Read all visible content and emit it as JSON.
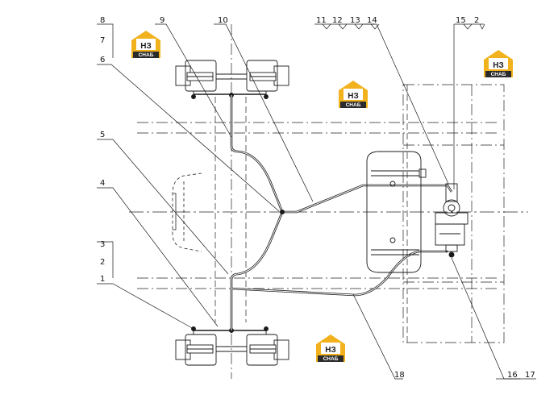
{
  "diagram": {
    "callouts": [
      "1",
      "2",
      "3",
      "4",
      "5",
      "6",
      "7",
      "8",
      "9",
      "10",
      "11",
      "12",
      "13",
      "14",
      "15",
      "2",
      "16",
      "17",
      "18"
    ],
    "colors": {
      "ink": "#1a1a1a",
      "logo_gold": "#f2b21d",
      "logo_dark": "#2b2b2b"
    }
  },
  "watermark": {
    "top": "НЗ",
    "bottom": "СНАБ"
  }
}
